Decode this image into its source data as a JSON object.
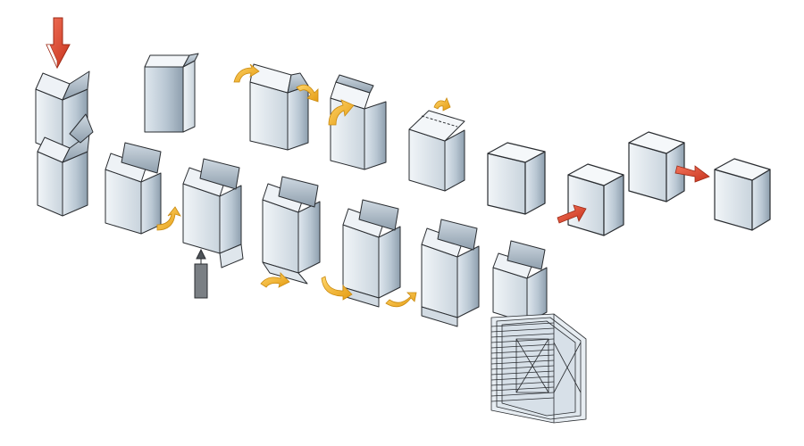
{
  "diagram": {
    "kind": "carton-erecting-and-closing-process",
    "steps": [
      {
        "id": "pick-from-magazine",
        "icon": "down-arrow-icon"
      },
      {
        "id": "open-blank"
      },
      {
        "id": "fold-bottom-minor-flap"
      },
      {
        "id": "push-product-rod"
      },
      {
        "id": "fold-bottom-flaps"
      },
      {
        "id": "tuck-bottom-flaps"
      },
      {
        "id": "close-bottom"
      },
      {
        "id": "erect-top"
      },
      {
        "id": "fold-top-dust-flaps"
      },
      {
        "id": "fold-top-flap"
      },
      {
        "id": "tuck-top-flap"
      },
      {
        "id": "closed-carton"
      },
      {
        "id": "transfer-push"
      },
      {
        "id": "discharge"
      },
      {
        "id": "finished-carton"
      }
    ],
    "colors": {
      "panel_light": "#e8eef3",
      "panel_mid": "#c4d0da",
      "panel_dark": "#94a4b2",
      "top_face": "#f4f7fa",
      "stroke": "#2a2d31",
      "fold_arrow": "#f3b327",
      "fold_arrow_edge": "#c98a10",
      "push_arrow": "#e0452b",
      "push_arrow_edge": "#9e2a16",
      "rod": "#7a7f84"
    }
  }
}
